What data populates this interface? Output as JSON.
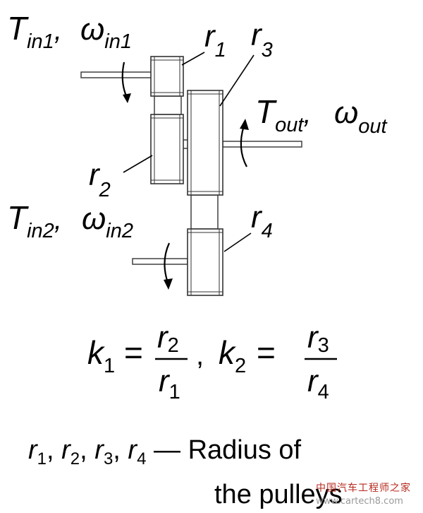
{
  "labels": {
    "tin1_T": "T",
    "tin1_T_sub": "in1",
    "win1": "ω",
    "win1_sub": "in1",
    "r1": "r",
    "r1_sub": "1",
    "r2": "r",
    "r2_sub": "2",
    "r3": "r",
    "r3_sub": "3",
    "r4": "r",
    "r4_sub": "4",
    "tout_T": "T",
    "tout_T_sub": "out",
    "wout": "ω",
    "wout_sub": "out",
    "tin2_T": "T",
    "tin2_T_sub": "in2",
    "win2": "ω",
    "win2_sub": "in2",
    "comma": ","
  },
  "formula": {
    "k1": "k",
    "k1_sub": "1",
    "eq": "=",
    "k1_num": "r",
    "k1_num_sub": "2",
    "k1_den": "r",
    "k1_den_sub": "1",
    "sep": ",",
    "k2": "k",
    "k2_sub": "2",
    "k2_num": "r",
    "k2_num_sub": "3",
    "k2_den": "r",
    "k2_den_sub": "4"
  },
  "legend": {
    "r": "r",
    "s1": "1",
    "s2": "2",
    "s3": "3",
    "s4": "4",
    "comma": ",",
    "dash": "—",
    "text_line1": "Radius of",
    "text_line2": "the pulleys"
  },
  "watermark": {
    "line1": "中国汽车工程师之家",
    "line2": "www.cartech8.com"
  }
}
